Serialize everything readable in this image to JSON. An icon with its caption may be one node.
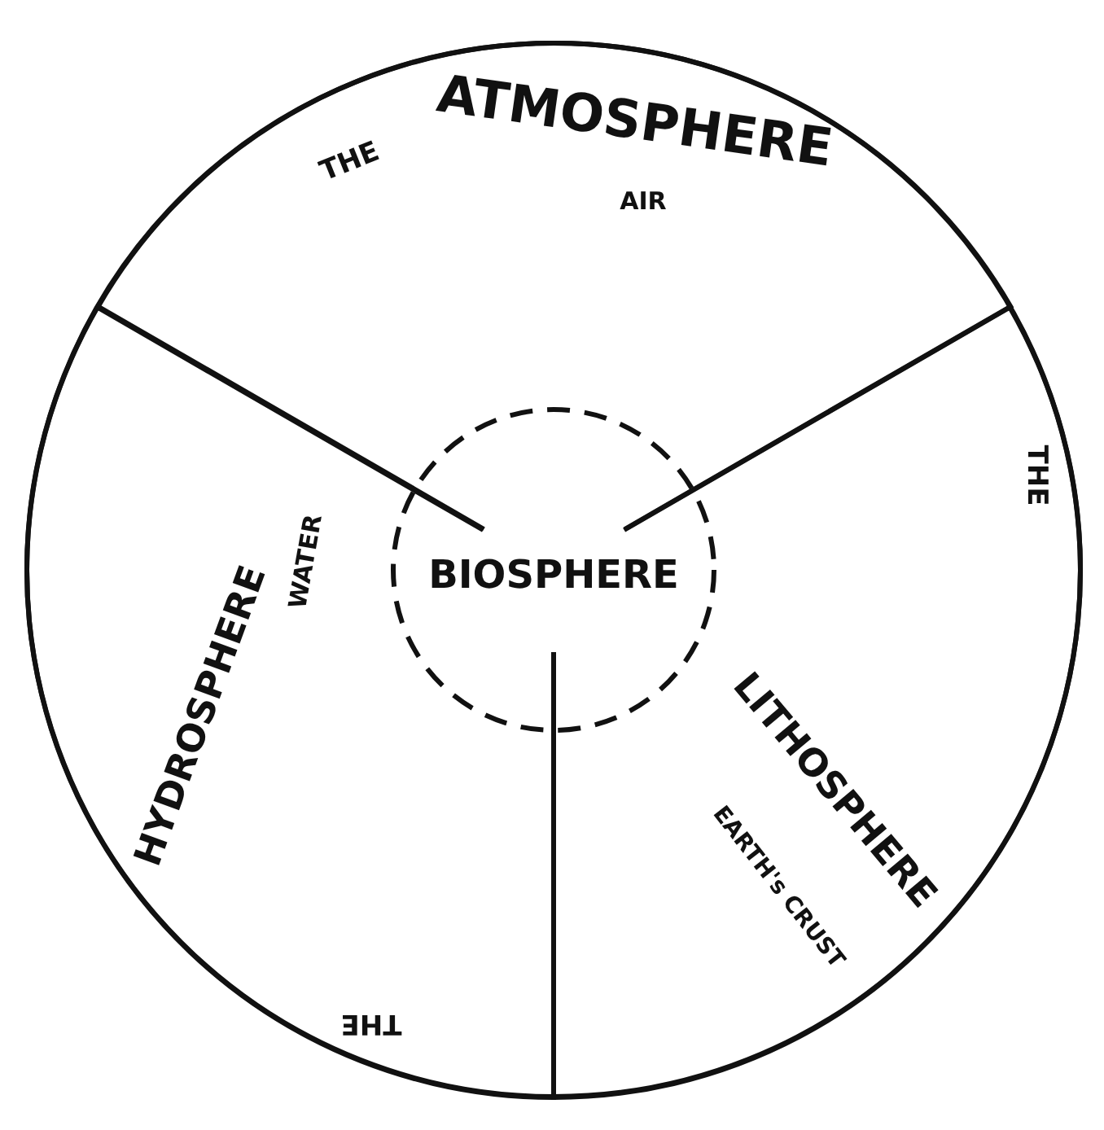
{
  "diagram": {
    "nodes": [
      {
        "text": [],
        "shape": "circle"
      },
      {
        "text": [
          "THE",
          "ATMOSPHERE",
          "AIR"
        ],
        "in": 0
      },
      {
        "text": [
          "THE",
          "HYDROSPHERE",
          "WATER"
        ],
        "in": 0
      },
      {
        "text": [
          "THE",
          "LITHOSPHERE",
          "EARTH's CRUST"
        ],
        "in": 0
      },
      {
        "text": [
          "BIOSPHERE"
        ],
        "in": 0
      }
    ]
  }
}
